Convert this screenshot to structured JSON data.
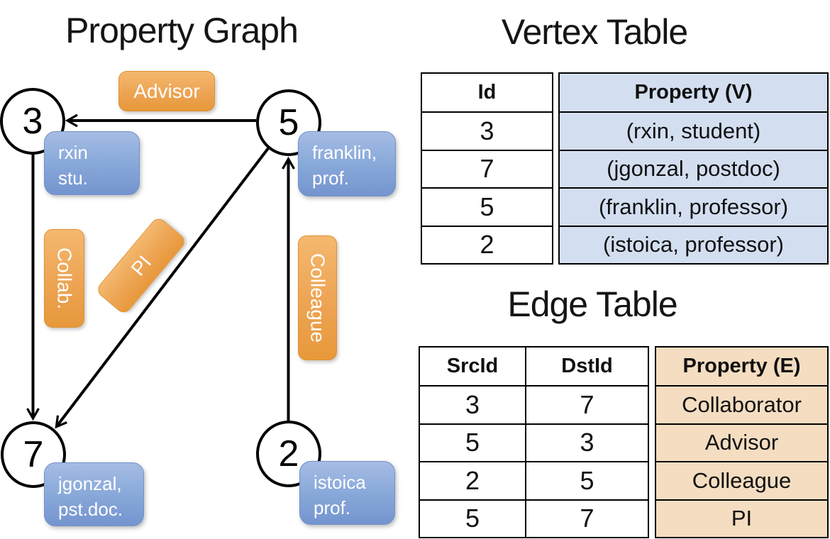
{
  "titles": {
    "graph": "Property Graph",
    "vertex_table": "Vertex Table",
    "edge_table": "Edge Table"
  },
  "graph": {
    "vertices": [
      {
        "id": "3",
        "property_line1": "rxin",
        "property_line2": "stu."
      },
      {
        "id": "5",
        "property_line1": "franklin,",
        "property_line2": "prof."
      },
      {
        "id": "7",
        "property_line1": "jgonzal,",
        "property_line2": "pst.doc."
      },
      {
        "id": "2",
        "property_line1": "istoica",
        "property_line2": "prof."
      }
    ],
    "edge_labels": {
      "advisor": "Advisor",
      "collab": "Collab.",
      "pi": "PI",
      "colleague": "Colleague"
    }
  },
  "vertex_table": {
    "columns": {
      "id": "Id",
      "property": "Property (V)"
    },
    "rows": [
      {
        "id": "3",
        "property": "(rxin, student)"
      },
      {
        "id": "7",
        "property": "(jgonzal, postdoc)"
      },
      {
        "id": "5",
        "property": "(franklin, professor)"
      },
      {
        "id": "2",
        "property": "(istoica, professor)"
      }
    ]
  },
  "edge_table": {
    "columns": {
      "src": "SrcId",
      "dst": "DstId",
      "property": "Property (E)"
    },
    "rows": [
      {
        "src": "3",
        "dst": "7",
        "property": "Collaborator"
      },
      {
        "src": "5",
        "dst": "3",
        "property": "Advisor"
      },
      {
        "src": "2",
        "dst": "5",
        "property": "Colleague"
      },
      {
        "src": "5",
        "dst": "7",
        "property": "PI"
      }
    ]
  },
  "colors": {
    "edge_label_orange": "#eda453",
    "vertex_box_blue": "#8babdb",
    "vertex_table_fill": "#d3dff0",
    "edge_table_fill": "#f4ddc1",
    "line_black": "#000000"
  }
}
